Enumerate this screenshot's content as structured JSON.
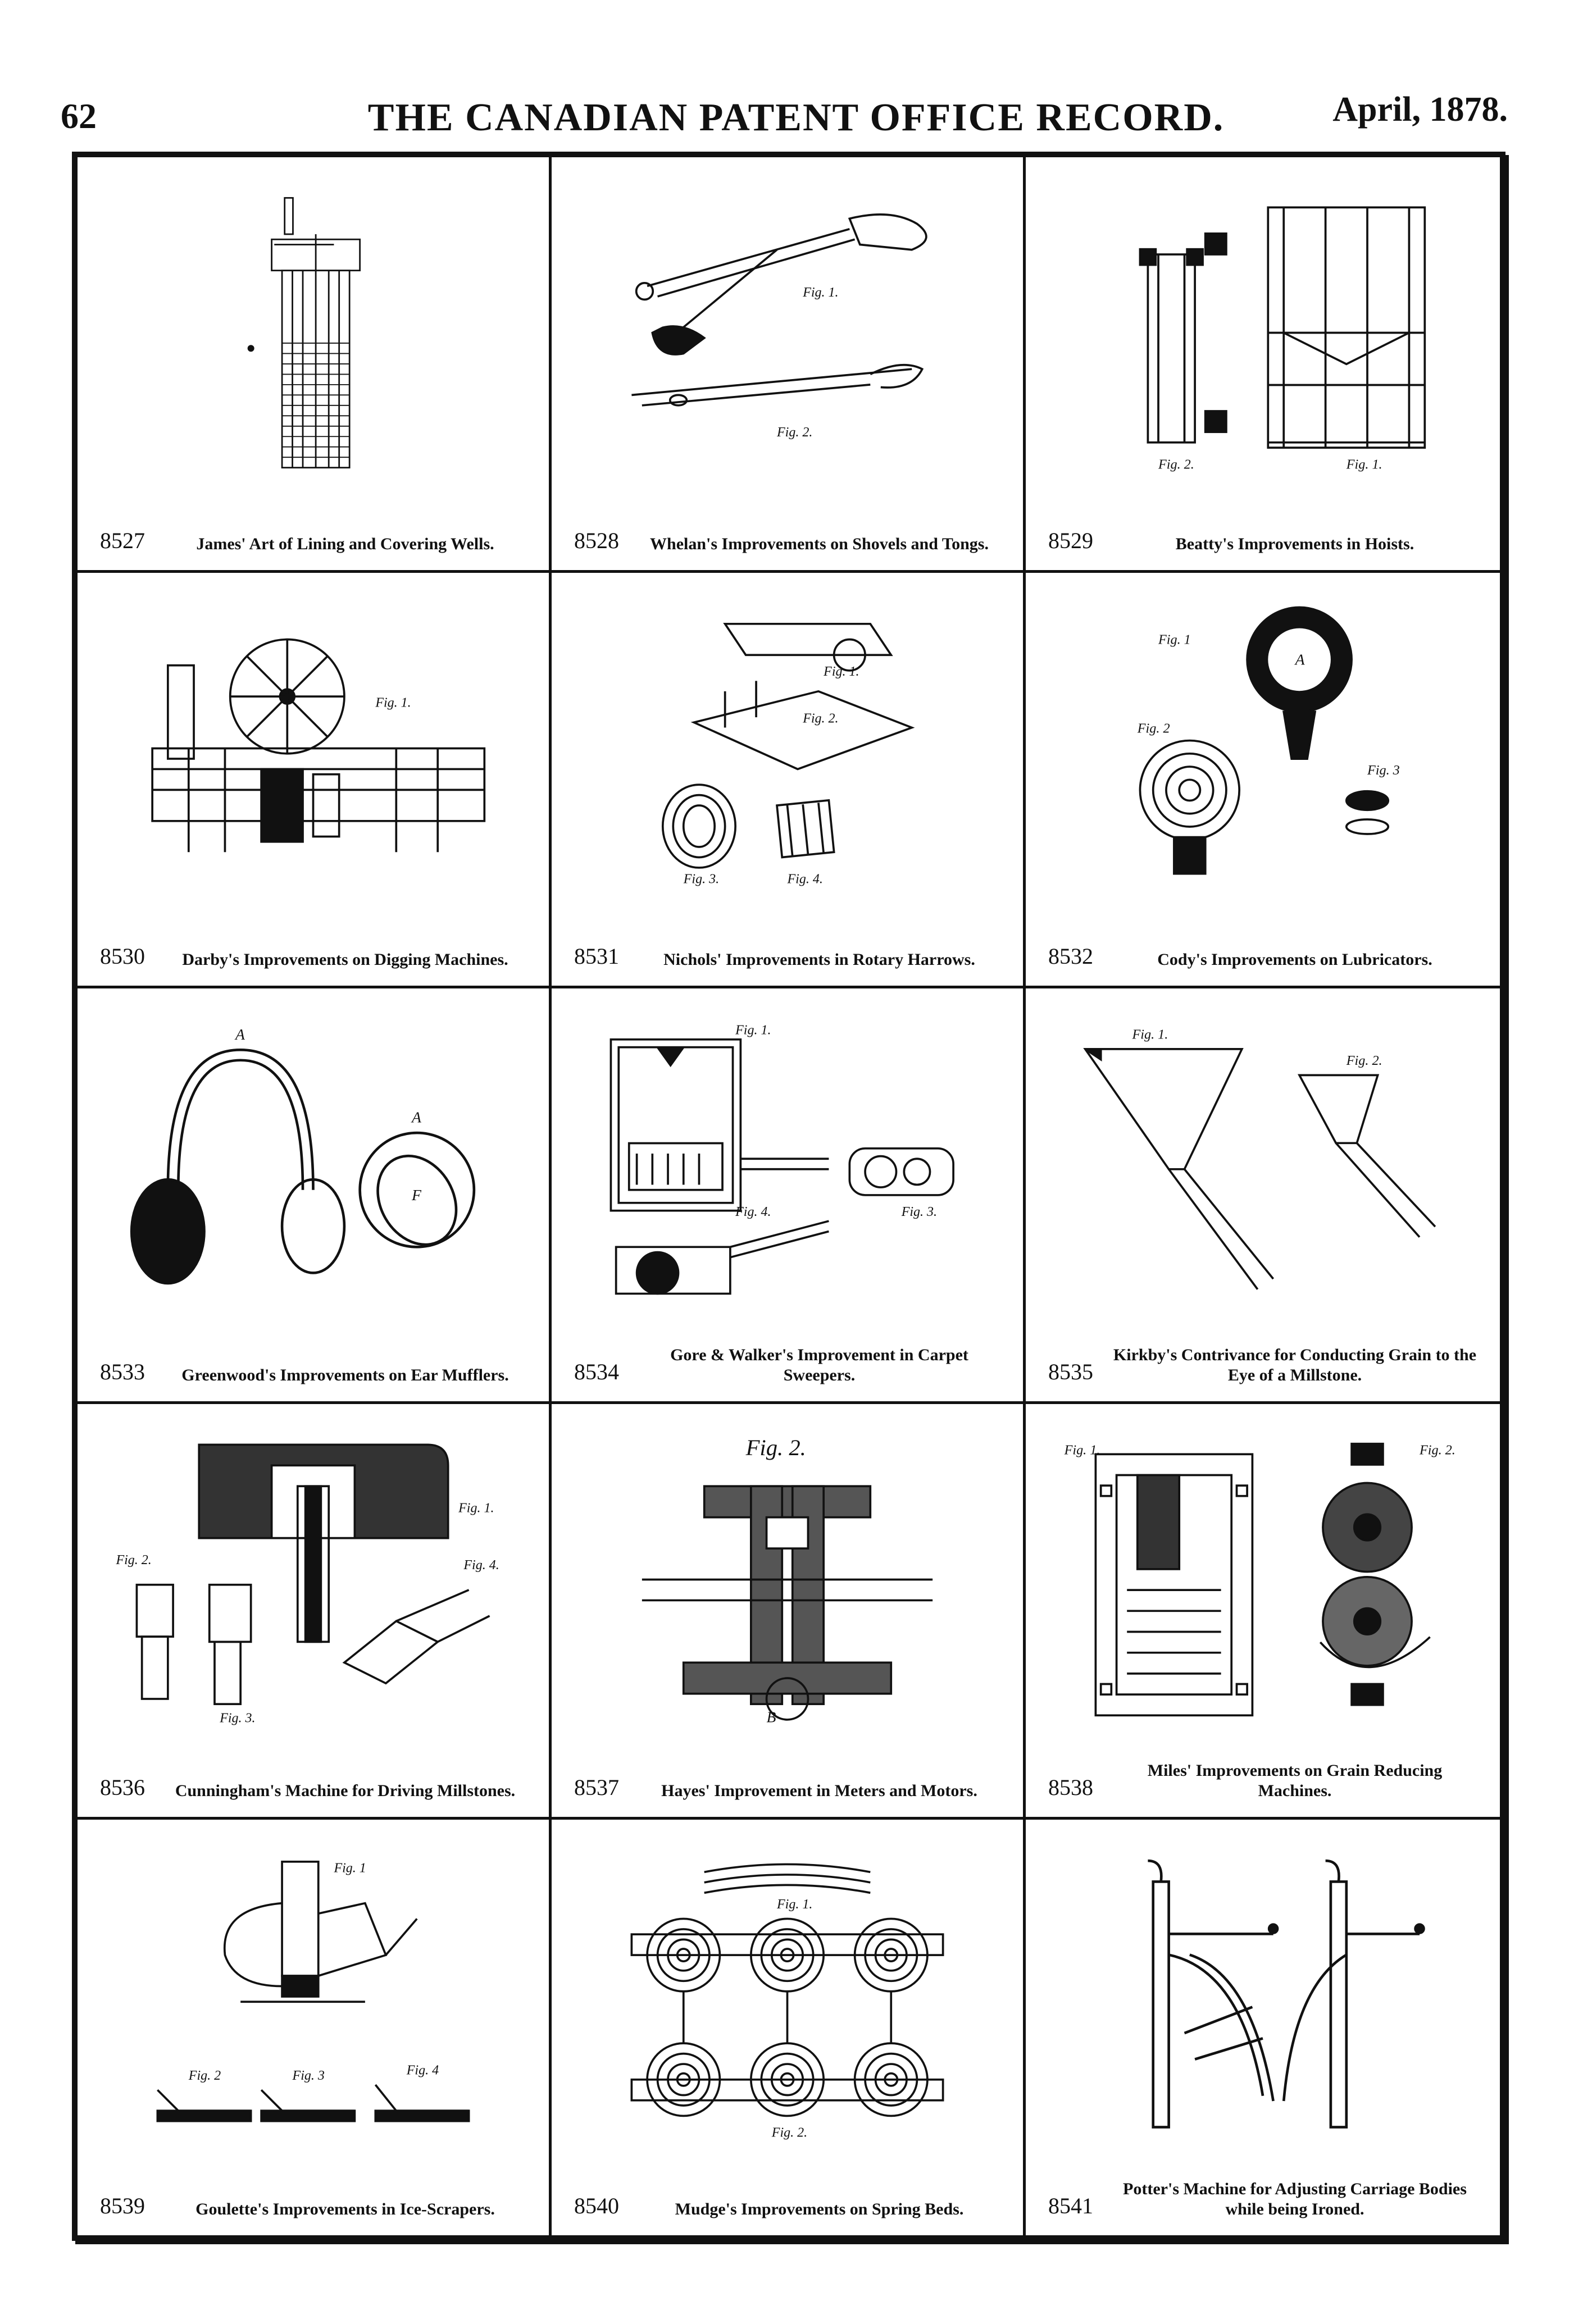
{
  "header": {
    "page_number": "62",
    "journal_title": "THE CANADIAN PATENT OFFICE RECORD.",
    "issue_date": "April, 1878."
  },
  "patents": [
    {
      "number": "8527",
      "title": "James' Art of Lining and Covering Wells.",
      "figure_icon": "well-lining-icon",
      "figure_labels": []
    },
    {
      "number": "8528",
      "title": "Whelan's Improvements on Shovels and Tongs.",
      "figure_icon": "shovel-tongs-icon",
      "figure_labels": [
        "Fig. 1.",
        "Fig. 2."
      ]
    },
    {
      "number": "8529",
      "title": "Beatty's Improvements in Hoists.",
      "figure_icon": "hoist-icon",
      "figure_labels": [
        "Fig. 2.",
        "Fig. 1."
      ]
    },
    {
      "number": "8530",
      "title": "Darby's Improvements on Digging Machines.",
      "figure_icon": "digging-machine-icon",
      "figure_labels": [
        "Fig. 1."
      ]
    },
    {
      "number": "8531",
      "title": "Nichols' Improvements in Rotary Harrows.",
      "figure_icon": "rotary-harrow-icon",
      "figure_labels": [
        "Fig. 1.",
        "Fig. 2.",
        "Fig. 3.",
        "Fig. 4."
      ]
    },
    {
      "number": "8532",
      "title": "Cody's Improvements on Lubricators.",
      "figure_icon": "lubricator-icon",
      "figure_labels": [
        "Fig. 1",
        "Fig. 2",
        "Fig. 3"
      ]
    },
    {
      "number": "8533",
      "title": "Greenwood's Improvements on Ear Mufflers.",
      "figure_icon": "ear-muffler-icon",
      "figure_labels": []
    },
    {
      "number": "8534",
      "title": "Gore & Walker's Improvement in Carpet Sweepers.",
      "figure_icon": "carpet-sweeper-icon",
      "figure_labels": [
        "Fig. 1.",
        "Fig. 3.",
        "Fig. 4."
      ]
    },
    {
      "number": "8535",
      "title": "Kirkby's Contrivance for Conducting Grain to the Eye of a Millstone.",
      "figure_icon": "grain-conductor-icon",
      "figure_labels": [
        "Fig. 1.",
        "Fig. 2."
      ]
    },
    {
      "number": "8536",
      "title": "Cunningham's Machine for Driving Millstones.",
      "figure_icon": "millstone-driver-icon",
      "figure_labels": [
        "Fig. 1.",
        "Fig. 2.",
        "Fig. 3.",
        "Fig. 4."
      ]
    },
    {
      "number": "8537",
      "title": "Hayes' Improvement in Meters and Motors.",
      "figure_icon": "meter-motor-icon",
      "figure_labels": [
        "Fig. 2."
      ]
    },
    {
      "number": "8538",
      "title": "Miles' Improvements on Grain Reducing Machines.",
      "figure_icon": "grain-reducer-icon",
      "figure_labels": [
        "Fig. 1.",
        "Fig. 2."
      ]
    },
    {
      "number": "8539",
      "title": "Goulette's Improvements in Ice-Scrapers.",
      "figure_icon": "ice-scraper-icon",
      "figure_labels": [
        "Fig. 1",
        "Fig. 2",
        "Fig. 3",
        "Fig. 4"
      ]
    },
    {
      "number": "8540",
      "title": "Mudge's Improvements on Spring Beds.",
      "figure_icon": "spring-bed-icon",
      "figure_labels": [
        "Fig. 1.",
        "Fig. 2."
      ]
    },
    {
      "number": "8541",
      "title": "Potter's Machine for Adjusting Carriage Bodies while being Ironed.",
      "figure_icon": "carriage-body-icon",
      "figure_labels": []
    }
  ]
}
